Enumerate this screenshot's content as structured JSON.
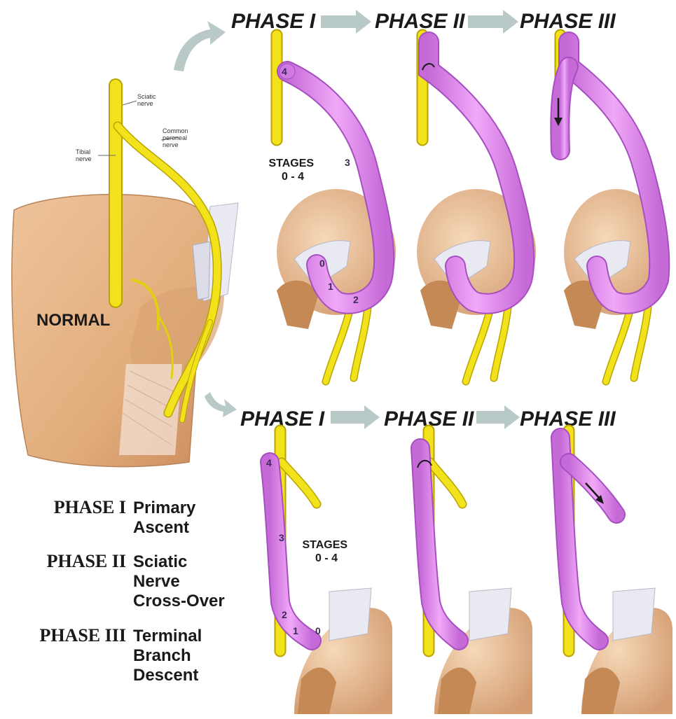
{
  "normal": {
    "title": "NORMAL",
    "sciatic_label": [
      "Sciatic",
      "nerve"
    ],
    "common_peroneal_label": [
      "Common",
      "peroneal",
      "nerve"
    ],
    "tibial_label": [
      "Tibial",
      "nerve"
    ]
  },
  "top_row": {
    "phases": [
      "PHASE I",
      "PHASE II",
      "PHASE III"
    ],
    "stages_label": [
      "STAGES",
      "0 - 4"
    ],
    "stage_numbers": [
      "4",
      "3",
      "0",
      "1",
      "2"
    ]
  },
  "bottom_row": {
    "phases": [
      "PHASE I",
      "PHASE II",
      "PHASE III"
    ],
    "stages_label": [
      "STAGES",
      "0 - 4"
    ],
    "stage_numbers": [
      "4",
      "3",
      "2",
      "1",
      "0"
    ]
  },
  "legend": [
    {
      "key": "PHASE I",
      "lines": [
        "Primary",
        "Ascent"
      ]
    },
    {
      "key": "PHASE II",
      "lines": [
        "Sciatic",
        "Nerve",
        "Cross-Over"
      ]
    },
    {
      "key": "PHASE III",
      "lines": [
        "Terminal",
        "Branch",
        "Descent"
      ]
    }
  ],
  "colors": {
    "nerve": "#f2e21c",
    "nerve_edge": "#b9a300",
    "cyst": "#e28af0",
    "cyst_edge": "#a64fc0",
    "skin": "#e8b98a",
    "skin_dark": "#c98a5c",
    "arrow": "#b9c9c7"
  }
}
